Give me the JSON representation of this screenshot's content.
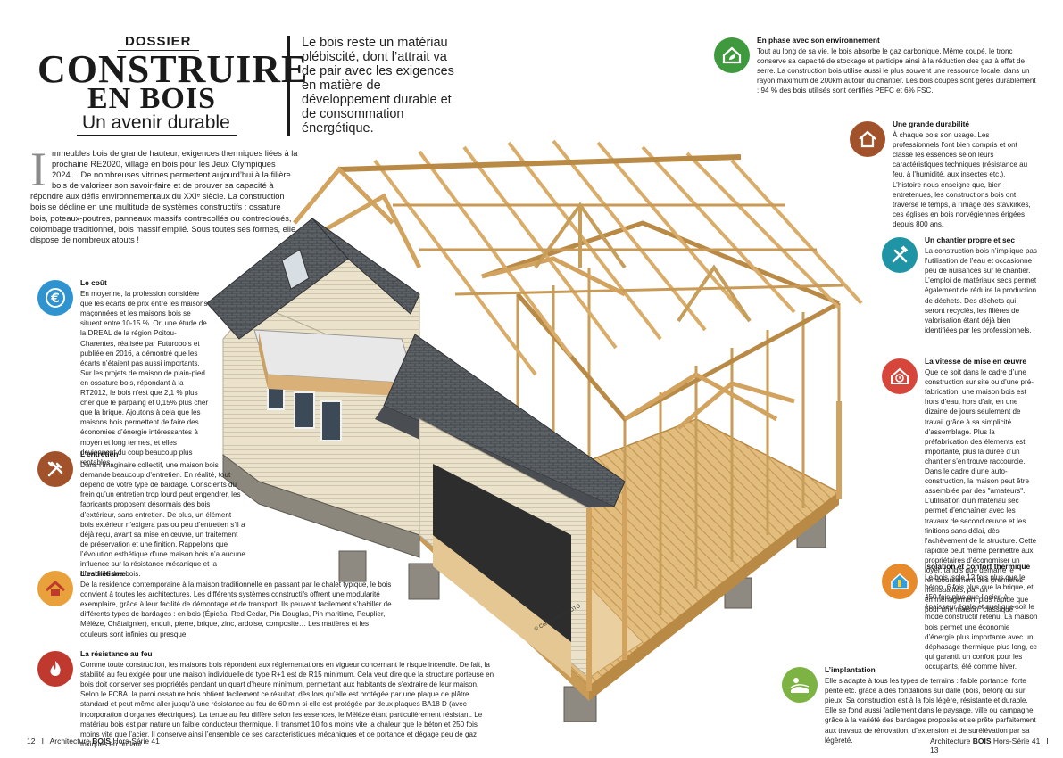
{
  "header": {
    "dossier": "DOSSIER",
    "title_line1": "CONSTRUIRE",
    "title_line2": "EN BOIS",
    "subtitle": "Un avenir durable",
    "lede": "Le bois reste un matériau plébiscité, dont l’attrait va de pair avec les exigences en matière de développement durable et de consommation énergétique."
  },
  "intro": {
    "dropcap": "I",
    "text": "mmeubles bois de grande hauteur, exigences thermiques liées à la prochaine RE2020, village en bois pour les Jeux Olympiques 2024… De nombreuses vitrines permettent aujourd’hui à la filière bois de valoriser son savoir-faire et de prouver sa capacité à répondre aux défis environnementaux du XXIᵉ siècle. La construction bois se décline en une multitude de systèmes constructifs : ossature bois, poteaux-poutres, panneaux massifs contrecollés ou contrecloués, colombage traditionnel, bois massif empilé. Sous toutes ses formes, elle dispose de nombreux atouts !"
  },
  "sections": {
    "cout": {
      "icon": "euro-icon",
      "title": "Le coût",
      "text": "En moyenne, la profession considère que les écarts de prix entre les maisons maçonnées et les maisons bois se situent entre 10-15 %. Or, une étude de la DREAL de la région Poitou-Charentes, réalisée par Futurobois et publiée en 2016, a démontré que les écarts n’étaient pas aussi importants. Sur les projets de maison de plain-pied en ossature bois, répondant à la RT2012, le bois n’est que 2,1 % plus cher que le parpaing et 0,15% plus cher que la brique. Ajoutons à cela que les maisons bois permettent de faire des économies d’énergie intéressantes à moyen et long termes, et elles deviennent du coup beaucoup plus rentables."
    },
    "entretien": {
      "icon": "tools-icon",
      "title": "L’entretien",
      "text": "Dans l’imaginaire collectif, une maison bois demande beaucoup d’entretien. En réalité, tout dépend de votre type de bardage. Conscients du frein qu’un entretien trop lourd peut engendrer, les fabricants proposent désormais des bois d’extérieur, sans entretien. De plus, un élément bois extérieur n’exigera pas ou peu d’entretien s’il a déjà reçu, avant sa mise en œuvre, un traitement de préservation et une finition. Rappelons que l’évolution esthétique d’une maison bois n’a aucune influence sur la résistance mécanique et la durabilité des bois."
    },
    "esthetisme": {
      "icon": "roof-icon",
      "title": "L’esthétisme",
      "text": "De la résidence contemporaine à la maison traditionnelle en passant par le chalet typique, le bois convient à toutes les architectures. Les différents systèmes constructifs offrent une modularité exemplaire, grâce à leur facilité de démontage et de transport. Ils peuvent facilement s’habiller de différents types de bardages : en bois (Épicéa, Red Cedar, Pin Douglas, Pin maritime, Peuplier, Mélèze, Châtaignier), enduit, pierre, brique, zinc, ardoise, composite… Les matières et les couleurs sont infinies ou presque."
    },
    "feu": {
      "icon": "flame-icon",
      "title": "La résistance au feu",
      "text": "Comme toute construction, les maisons bois répondent aux réglementations en vigueur concernant le risque incendie. De fait, la stabilité au feu exigée pour une maison individuelle de type R+1 est de R15 minimum. Cela veut dire que la structure porteuse en bois doit conserver ses propriétés pendant un quart d’heure minimum, permettant aux habitants de s’extraire de leur maison. Selon le FCBA, la paroi ossature bois obtient facilement ce résultat, dès lors qu’elle est protégée par une plaque de plâtre standard et peut même aller jusqu’à une résistance au feu de 60 min si elle est protégée par deux plaques BA18 D (avec incorporation d’organes électriques). La tenue au feu diffère selon les essences, le Mélèze étant particulièrement résistant. Le matériau bois est par nature un faible conducteur thermique. Il transmet 10 fois moins vite la chaleur que le béton et 250 fois moins vite que l’acier. Il conserve ainsi l’ensemble de ses caractéristiques mécaniques et de portance et dégage peu de gaz toxiques en brûlant."
    },
    "environnement": {
      "icon": "eco-house-icon",
      "title": "En phase avec son environnement",
      "text": "Tout au long de sa vie, le bois absorbe le gaz carbonique. Même coupé, le tronc conserve sa capacité de stockage et participe ainsi à la réduction des gaz à effet de serre. La construction bois utilise aussi le plus souvent une ressource locale, dans un rayon maximum de 200km autour du chantier. Les bois coupés sont gérés durablement : 94 % des bois utilisés sont certifiés PEFC et 6% FSC."
    },
    "durabilite": {
      "icon": "house-icon",
      "title": "Une grande durabilité",
      "text": "À chaque bois son usage. Les professionnels l’ont bien compris et ont classé les essences selon leurs caractéristiques techniques (résistance au feu, à l’humidité, aux insectes etc.). L’histoire nous enseigne que, bien entretenues, les constructions bois ont traversé le temps, à l’image des stavkirkes, ces églises en bois norvégiennes érigées depuis 800 ans."
    },
    "chantier": {
      "icon": "wrench-hammer-icon",
      "title": "Un chantier propre et sec",
      "text": "La construction bois n’implique pas l’utilisation de l’eau et occasionne peu de nuisances sur le chantier. L’emploi de matériaux secs permet également de réduire la production de déchets. Des déchets qui seront recyclés, les filières de valorisation étant déjà bien identifiées par les professionnels."
    },
    "vitesse": {
      "icon": "house-clock-icon",
      "title": "La vitesse de mise en œuvre",
      "text": "Que ce soit dans le cadre d’une construction sur site ou d’une pré-fabrication, une maison bois est hors d’eau, hors d’air, en une dizaine de jours seulement de travail grâce à sa simplicité d’assemblage. Plus la préfabrication des éléments est importante, plus la durée d’un chantier s’en trouve raccourcie. Dans le cadre d’une auto-construction, la maison peut être assemblée par des \"amateurs\". L’utilisation d’un matériau sec permet d’enchaîner avec les travaux de second œuvre et les finitions sans délai, dès l’achèvement de la structure. Cette rapidité peut même permettre aux propriétaires d’économiser un loyer, tandis que démarre le remboursement des premières mensualités, par un emménagement plus rapide que pour une maison \"classique\"."
    },
    "isolation": {
      "icon": "thermal-house-icon",
      "title": "Isolation et confort thermique",
      "text": "Le bois isole 12 fois plus que le béton, 6 fois plus que la brique, et 450 fois plus que l’acier, à épaisseur égale et quel que soit le mode constructif retenu. La maison bois permet une économie d’énergie plus importante avec un déphasage thermique plus long, ce qui garantit un confort pour les occupants, été comme hiver."
    },
    "implantation": {
      "icon": "landscape-icon",
      "title": "L’implantation",
      "text": "Elle s’adapte à tous les types de terrains : faible portance, forte pente etc. grâce à des fondations sur dalle (bois, béton) ou sur pieux. Sa construction est à la fois légère, résistante et durable. Elle se fond aussi facilement dans le paysage, ville ou campagne, grâce à la variété des bardages proposés et se prête parfaitement aux travaux de rénovation, d’extension et de surélévation par sa légèreté."
    }
  },
  "illustration": {
    "credit": "© Composite PHOTO"
  },
  "footer": {
    "left_page": "12",
    "left_sep": "I",
    "left_mag_prefix": "Architecture",
    "left_mag_bold": "BOIS",
    "left_mag_suffix": "Hors-Série 41",
    "right_mag_prefix": "Architecture",
    "right_mag_bold": "BOIS",
    "right_mag_suffix": "Hors-Série 41",
    "right_sep": "I",
    "right_page": "13"
  },
  "colors": {
    "wood": "#e3bd7e",
    "wood_dark": "#b98a45",
    "roof": "#5a5f63",
    "siding": "#e8dfc8",
    "concrete": "#8e8a82"
  }
}
